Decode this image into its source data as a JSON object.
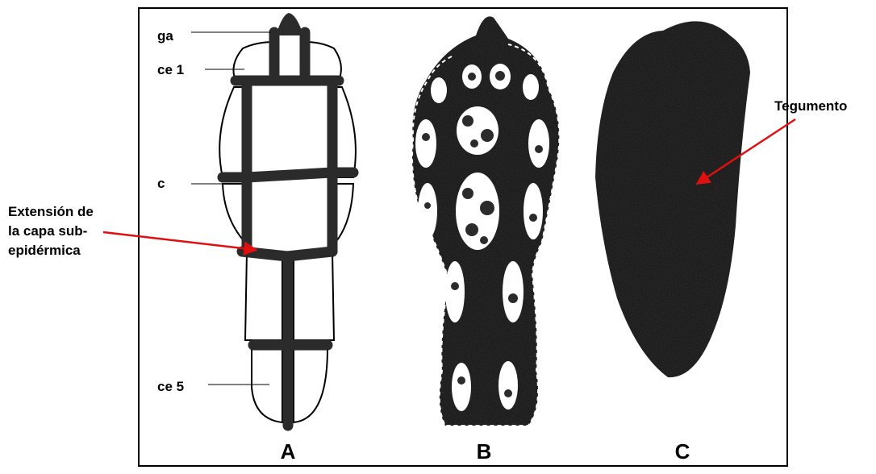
{
  "panels": [
    {
      "letter": "A"
    },
    {
      "letter": "B"
    },
    {
      "letter": "C"
    }
  ],
  "panel_a": {
    "labels": {
      "ga": "ga",
      "ce1": "ce 1",
      "c": "c",
      "ce5": "ce 5"
    }
  },
  "annotations": {
    "left": [
      "Extensión de",
      "la capa sub-",
      "epidérmica"
    ],
    "right": "Tegumento"
  },
  "colors": {
    "tissue_dark": "#2b2b2b",
    "arrow": "#e01010",
    "frame": "#000000"
  }
}
